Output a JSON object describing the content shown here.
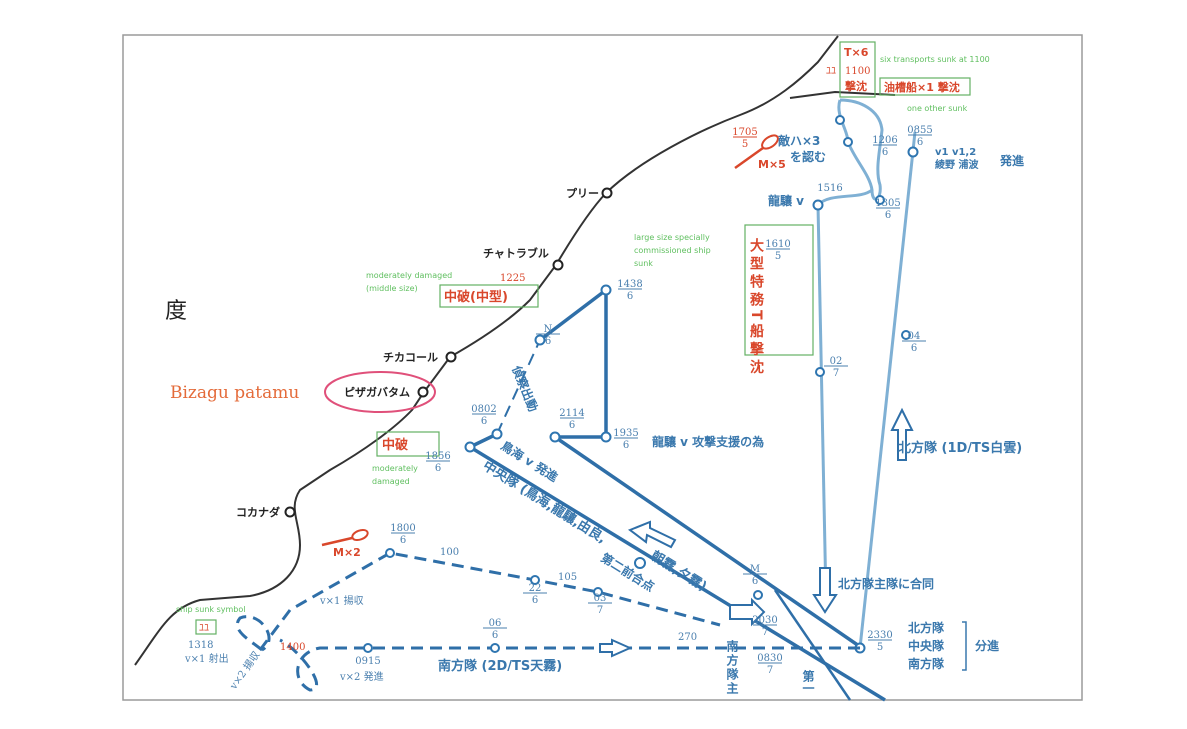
{
  "map_title_char": "度",
  "highlight_label": "Bizagu patamu",
  "places": [
    "プリー",
    "チャトラブル",
    "チカコール",
    "ピザガバタム",
    "コカナダ"
  ],
  "annotations": {
    "six_transports": "six transports sunk at 1100",
    "one_other": "one other sunk",
    "large_ship": [
      "large size specially",
      "commissioned ship",
      "sunk"
    ],
    "mod_damaged_middle": [
      "moderately damaged",
      "(middle size)"
    ],
    "mod_damaged": [
      "moderately",
      "damaged"
    ],
    "ship_sunk_symbol": "ship sunk symbol"
  },
  "red_labels": {
    "t6": "T×6",
    "t1100": "1100",
    "sunk": "撃沈",
    "tanker": "油槽船×1 撃沈",
    "m5": "M×5",
    "m2": "M×2",
    "mid_damage_middle": "中破(中型)",
    "mid_damage": "中破",
    "t1225": "1225",
    "large_ship_vertical": "大型特務T船撃沈",
    "t1318": "1318",
    "t1400": "1400",
    "sunk_symbol": "ﾕﾕ",
    "sunk_box": "ﾕﾕ"
  },
  "times": {
    "t1705": {
      "time": "1705",
      "day": "5"
    },
    "t1206": {
      "time": "1206",
      "day": "6"
    },
    "t0855": {
      "time": "0855",
      "day": "6"
    },
    "t1516": {
      "time": "1516"
    },
    "t1305": {
      "time": "1305",
      "day": "6"
    },
    "t1610": {
      "time": "1610",
      "day": "5"
    },
    "t1438": {
      "time": "1438",
      "day": "6"
    },
    "t04": {
      "time": "04",
      "day": "6"
    },
    "t02": {
      "time": "02",
      "day": "7"
    },
    "tN": {
      "time": "N",
      "day": "6"
    },
    "t0802": {
      "time": "0802",
      "day": "6"
    },
    "t2114": {
      "time": "2114",
      "day": "6"
    },
    "t1935": {
      "time": "1935",
      "day": "6"
    },
    "t1856": {
      "time": "1856",
      "day": "6"
    },
    "t1800": {
      "time": "1800",
      "day": "6"
    },
    "t22": {
      "time": "22",
      "day": "6"
    },
    "t03": {
      "time": "03",
      "day": "7"
    },
    "t06": {
      "time": "06",
      "day": "6"
    },
    "t0915": {
      "time": "0915"
    },
    "tM": {
      "time": "M",
      "day": "6"
    },
    "t2030": {
      "time": "2030",
      "day": "7"
    },
    "t0830": {
      "time": "0830",
      "day": "7"
    },
    "t2330": {
      "time": "2330",
      "day": "5"
    }
  },
  "courses": [
    "100",
    "105",
    "270"
  ],
  "blue_labels": {
    "enemy_seen": "敵ハ×3",
    "enemy_seen2": "を認む",
    "launch_top": "v1 v1,2",
    "launch_top2": "綾野 浦波",
    "launch_top3": "発進",
    "ryujo_v": "龍驤 v",
    "ryujo_support": "龍驤 v 攻撃支援の為",
    "recon": "偵察出動",
    "chokai_launch": "鳥海 v 発進",
    "central_force": "中央隊 (鳥海,龍驤,由良,",
    "central_force2": "朝霧,夕霧)",
    "second_rendezvous": "第二前合点",
    "northern_force": "北方隊 (1D/TS白雲)",
    "join_northern": "北方隊主隊に合同",
    "split_north": "北方隊",
    "split_central": "中央隊",
    "split_south": "南方隊",
    "split": "分進",
    "southern_force": "南方隊 (2D/TS天霧)",
    "southern_main": "南方隊主",
    "recover1": "v×1 揚収",
    "launch1": "v×1 射出",
    "recover2": "v×2 揚収",
    "launch2": "v×2 発進",
    "first": "第一"
  },
  "colors": {
    "route": "#2f6fa8",
    "damage": "#d9472b",
    "note": "#5fbf5f",
    "highlight": "#e0507a"
  }
}
